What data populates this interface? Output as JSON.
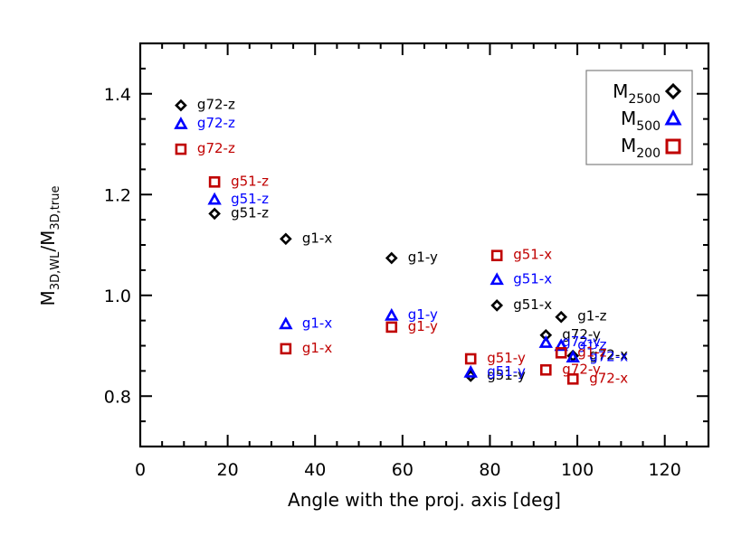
{
  "chart_data": {
    "type": "scatter",
    "title": "",
    "xlabel": "Angle with the proj. axis [deg]",
    "ylabel": "M3D,WL/M3D,true",
    "ylabel_parts": {
      "main1": "M",
      "sub1": "3D,WL",
      "slash": "/",
      "main2": "M",
      "sub2": "3D,true"
    },
    "xlim": [
      0,
      130
    ],
    "ylim": [
      0.7,
      1.5
    ],
    "xticks": [
      0,
      20,
      40,
      60,
      80,
      100,
      120
    ],
    "xtick_labels": [
      "0",
      "20",
      "40",
      "60",
      "80",
      "100",
      "120"
    ],
    "yticks": [
      0.8,
      1.0,
      1.2,
      1.4
    ],
    "ytick_labels": [
      "0.8",
      "1.0",
      "1.2",
      "1.4"
    ],
    "x_minor_step": 5,
    "y_minor_step": 0.05,
    "grid": false,
    "legend_position": "upper right",
    "series": [
      {
        "name": "M2500",
        "main": "M",
        "sub": "2500",
        "marker": "diamond",
        "color": "#000000",
        "points": [
          {
            "label": "g72-z",
            "x": 9.3,
            "y": 1.377
          },
          {
            "label": "g51-z",
            "x": 17.0,
            "y": 1.162
          },
          {
            "label": "g1-x",
            "x": 33.3,
            "y": 1.112
          },
          {
            "label": "g1-y",
            "x": 57.5,
            "y": 1.074
          },
          {
            "label": "g51-y",
            "x": 75.6,
            "y": 0.84
          },
          {
            "label": "g51-x",
            "x": 81.6,
            "y": 0.98
          },
          {
            "label": "g72-y",
            "x": 92.8,
            "y": 0.921
          },
          {
            "label": "g1-z",
            "x": 96.3,
            "y": 0.957
          },
          {
            "label": "g72-x",
            "x": 99.0,
            "y": 0.88
          }
        ]
      },
      {
        "name": "M500",
        "main": "M",
        "sub": "500",
        "marker": "triangle",
        "color": "#0000ff",
        "points": [
          {
            "label": "g72-z",
            "x": 9.3,
            "y": 1.34
          },
          {
            "label": "g51-z",
            "x": 17.0,
            "y": 1.19
          },
          {
            "label": "g1-x",
            "x": 33.3,
            "y": 0.943
          },
          {
            "label": "g1-y",
            "x": 57.5,
            "y": 0.96
          },
          {
            "label": "g51-y",
            "x": 75.6,
            "y": 0.847
          },
          {
            "label": "g51-x",
            "x": 81.6,
            "y": 1.031
          },
          {
            "label": "g72-y",
            "x": 92.8,
            "y": 0.906
          },
          {
            "label": "g1-z",
            "x": 96.3,
            "y": 0.9
          },
          {
            "label": "g72-x",
            "x": 99.0,
            "y": 0.877
          }
        ]
      },
      {
        "name": "M200",
        "main": "M",
        "sub": "200",
        "marker": "square",
        "color": "#c00000",
        "points": [
          {
            "label": "g72-z",
            "x": 9.3,
            "y": 1.29
          },
          {
            "label": "g51-z",
            "x": 17.0,
            "y": 1.225
          },
          {
            "label": "g1-x",
            "x": 33.3,
            "y": 0.894
          },
          {
            "label": "g1-y",
            "x": 57.5,
            "y": 0.937
          },
          {
            "label": "g51-y",
            "x": 75.6,
            "y": 0.874
          },
          {
            "label": "g51-x",
            "x": 81.6,
            "y": 1.079
          },
          {
            "label": "g72-y",
            "x": 92.8,
            "y": 0.852
          },
          {
            "label": "g1-z",
            "x": 96.3,
            "y": 0.886
          },
          {
            "label": "g72-x",
            "x": 99.0,
            "y": 0.834
          }
        ]
      }
    ]
  }
}
